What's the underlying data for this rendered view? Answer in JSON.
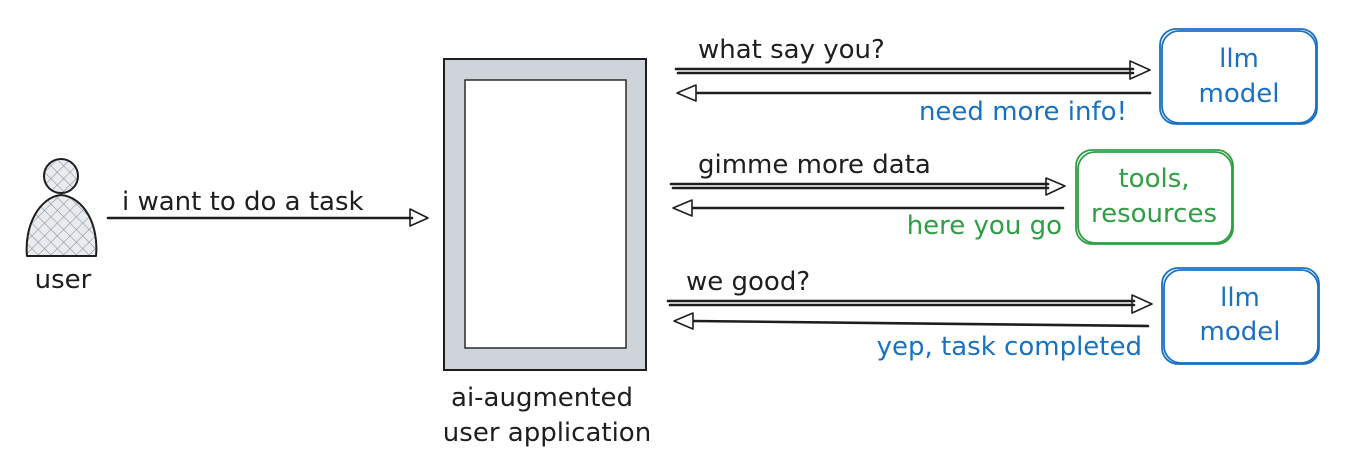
{
  "nodes": {
    "user": {
      "label": "user"
    },
    "app": {
      "label_line1": "ai-augmented",
      "label_line2": "user application"
    },
    "llm_top": {
      "label_line1": "llm",
      "label_line2": "model",
      "color": "#1971c2"
    },
    "tools": {
      "label_line1": "tools,",
      "label_line2": "resources",
      "color": "#2f9e44"
    },
    "llm_bottom": {
      "label_line1": "llm",
      "label_line2": "model",
      "color": "#1971c2"
    }
  },
  "edges": {
    "user_to_app": "i want to do a task",
    "app_to_llm_top": "what say you?",
    "llm_top_to_app": "need more info!",
    "app_to_tools": "gimme more data",
    "tools_to_app": "here you go",
    "app_to_llm_bottom": "we good?",
    "llm_bottom_to_app": "yep, task completed"
  },
  "colors": {
    "ink": "#1e1e1e",
    "blue": "#1971c2",
    "green": "#2f9e44",
    "app_frame": "#ced4da"
  }
}
